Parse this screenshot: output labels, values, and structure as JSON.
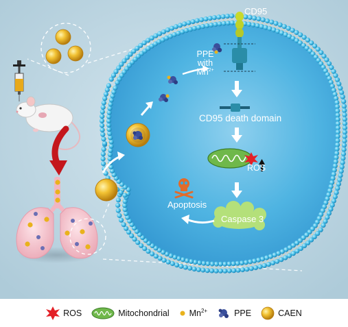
{
  "diagram": {
    "cd95_label": "CD95",
    "ppe_label_line1": "PPE",
    "ppe_label_line2": "with",
    "ppe_label_line3": "Mn",
    "ppe_label_sup": "2+",
    "death_domain_label": "CD95 death domain",
    "ros_label": "ROS",
    "apoptosis_label": "Apoptosis",
    "caspase_label": "Caspase 3"
  },
  "legend": {
    "ros": "ROS",
    "mitochondrial": "Mitochondrial",
    "mn": "Mn",
    "mn_sup": "2+",
    "ppe": "PPE",
    "caen": "CAEN"
  },
  "colors": {
    "background": "#b9d3e1",
    "cell_interior": "#3aa8dc",
    "lipid_head": "#41b9e4",
    "nanoparticle": "#e9b21c",
    "mitochondria": "#6fb84a",
    "caspase_cloud": "#b4e07a",
    "ros_star": "#e32027",
    "ppe_cluster": "#3a4f9c",
    "lung": "#f4c3cc",
    "red_arrow": "#c4161c"
  }
}
